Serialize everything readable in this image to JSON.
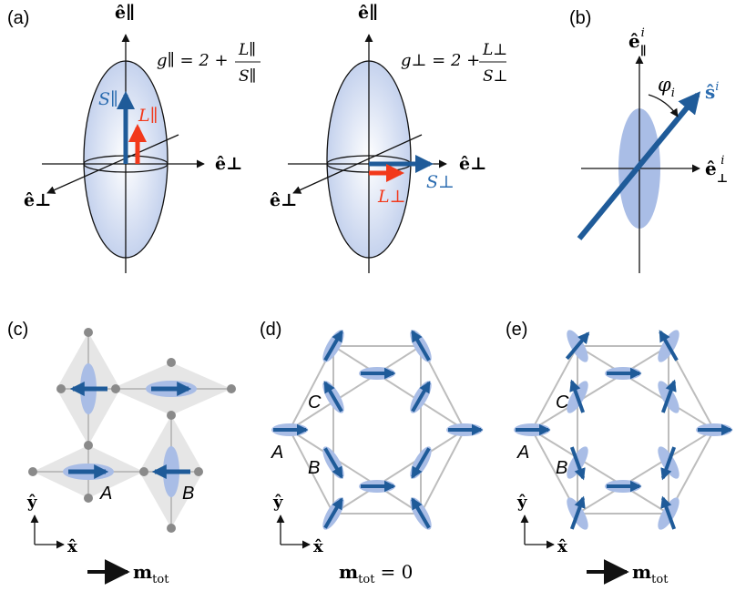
{
  "panels": {
    "a": {
      "label": "(a)",
      "left": {
        "axis_up": "ê∥",
        "axis_right": "ê⊥",
        "axis_diag": "ê⊥",
        "spin": "S∥",
        "orbital": "L∥",
        "formula": {
          "lhs": "g∥ = 2 +",
          "num": "L∥",
          "den": "S∥"
        }
      },
      "right": {
        "axis_up": "ê∥",
        "axis_right": "ê⊥",
        "axis_diag": "ê⊥",
        "spin": "S⊥",
        "orbital": "L⊥",
        "formula": {
          "lhs": "g⊥ = 2 +",
          "num": "L⊥",
          "den": "S⊥"
        }
      }
    },
    "b": {
      "label": "(b)",
      "axis_up": "ê",
      "axis_up_sub": "∥",
      "axis_up_sup": "i",
      "axis_right": "ê",
      "axis_right_sub": "⊥",
      "axis_right_sup": "i",
      "angle": "φ",
      "angle_sub": "i",
      "spin": "ŝ",
      "spin_sup": "i"
    },
    "c": {
      "label": "(c)",
      "site_a": "A",
      "site_b": "B",
      "axis_y": "ŷ",
      "axis_x": "x̂",
      "mag": "m",
      "mag_sub": "tot"
    },
    "d": {
      "label": "(d)",
      "site_a": "A",
      "site_b": "B",
      "site_c": "C",
      "axis_y": "ŷ",
      "axis_x": "x̂",
      "mag": "m",
      "mag_sub": "tot",
      "mag_eq": "= 0"
    },
    "e": {
      "label": "(e)",
      "site_a": "A",
      "site_b": "B",
      "site_c": "C",
      "axis_y": "ŷ",
      "axis_x": "x̂",
      "mag": "m",
      "mag_sub": "tot"
    }
  },
  "colors": {
    "spin": "#1f5b99",
    "orbital": "#f2391b",
    "ellipsoid_fill": "#c9d6ee",
    "ellipsoid_edge": "#111111",
    "bond": "#bdbdbd",
    "site": "#8a8a8a",
    "plaquette": "#e6e6e6",
    "blob": "#a9bde6",
    "spin_label": "#2b6cb0",
    "orbital_label": "#f2391b"
  }
}
